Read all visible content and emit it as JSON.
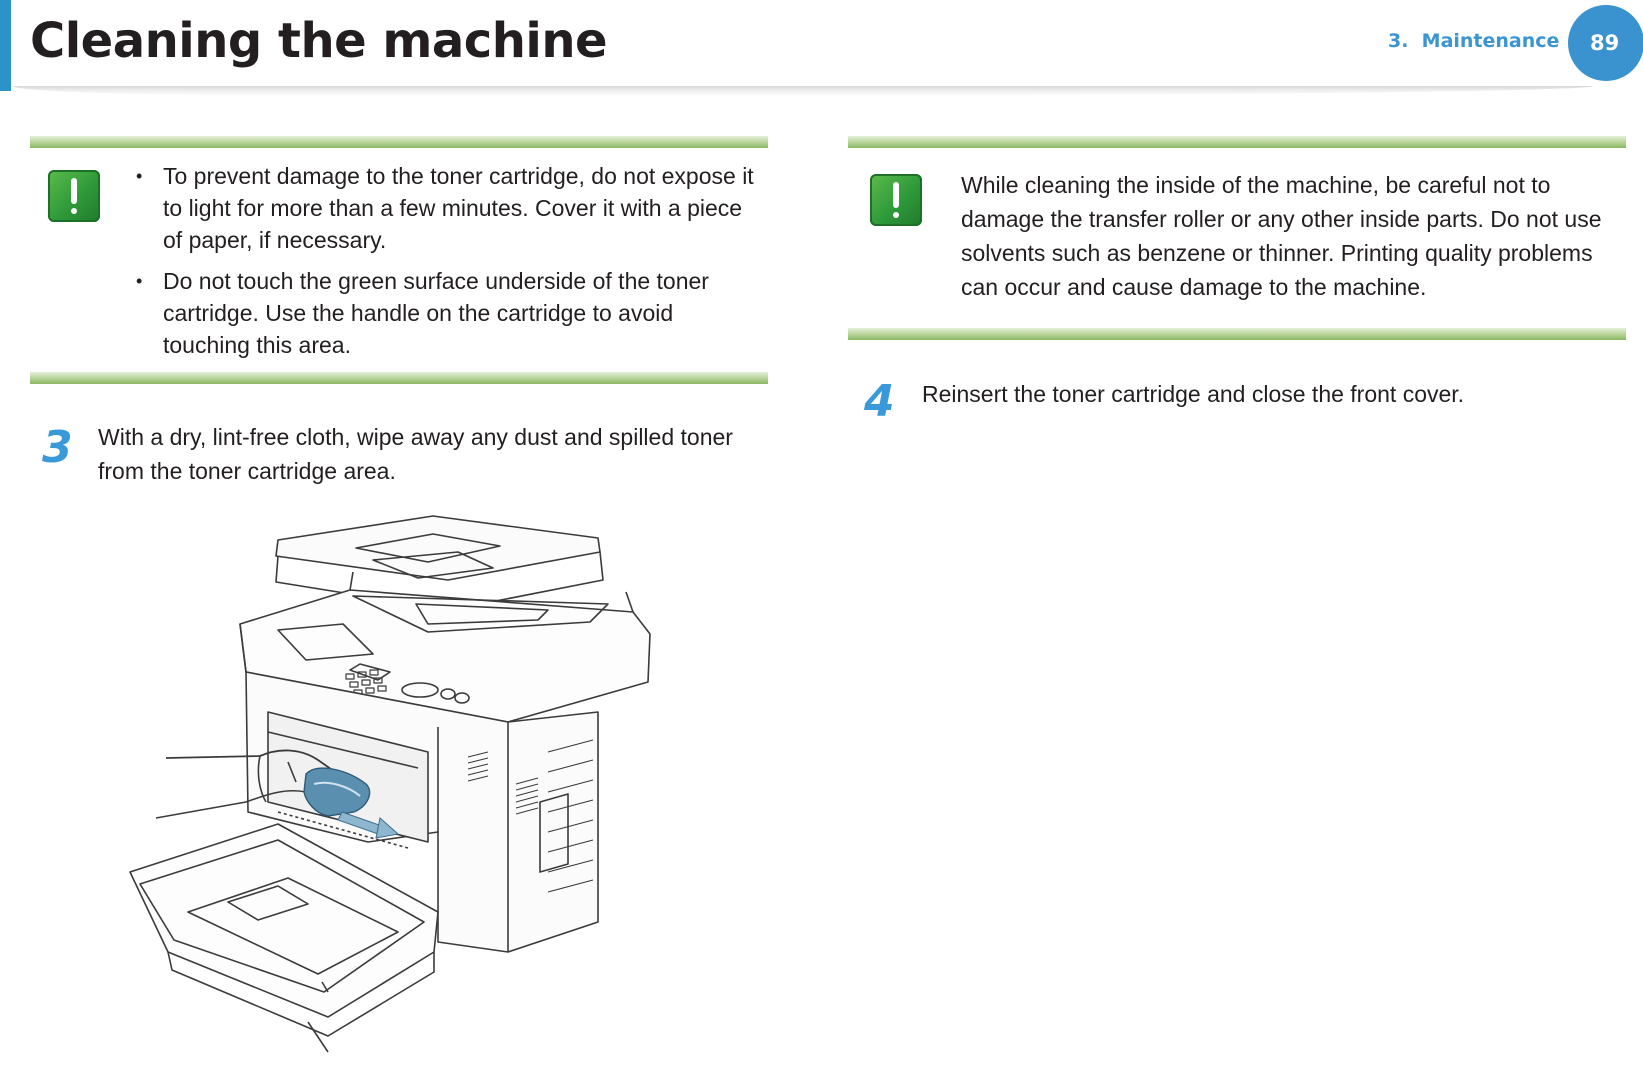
{
  "header": {
    "title": "Cleaning the machine",
    "chapter": "3.  Maintenance",
    "page_number": "89"
  },
  "left_note": {
    "icon": "warning-exclamation-icon",
    "bullets": [
      "To prevent damage to the toner cartridge, do not expose it to light for more than a few minutes. Cover it with a piece of paper, if necessary.",
      "Do not touch the green surface underside of the toner cartridge. Use the handle on the cartridge to avoid touching this area."
    ]
  },
  "step3": {
    "number": "3",
    "text": "With a dry, lint-free cloth, wipe away any dust and spilled toner from the toner cartridge area."
  },
  "right_note": {
    "icon": "warning-exclamation-icon",
    "text": "While cleaning the inside of the machine, be careful not to damage the transfer roller or any other inside parts. Do not use solvents such as benzene or thinner. Printing quality problems can occur and cause damage to the machine."
  },
  "step4": {
    "number": "4",
    "text": "Reinsert the toner cartridge and close the front cover."
  },
  "colors": {
    "accent_blue": "#3a93cf",
    "note_green": "#8cb866",
    "icon_green": "#2f9a3a",
    "cloth_blue": "#5b8fb0"
  }
}
